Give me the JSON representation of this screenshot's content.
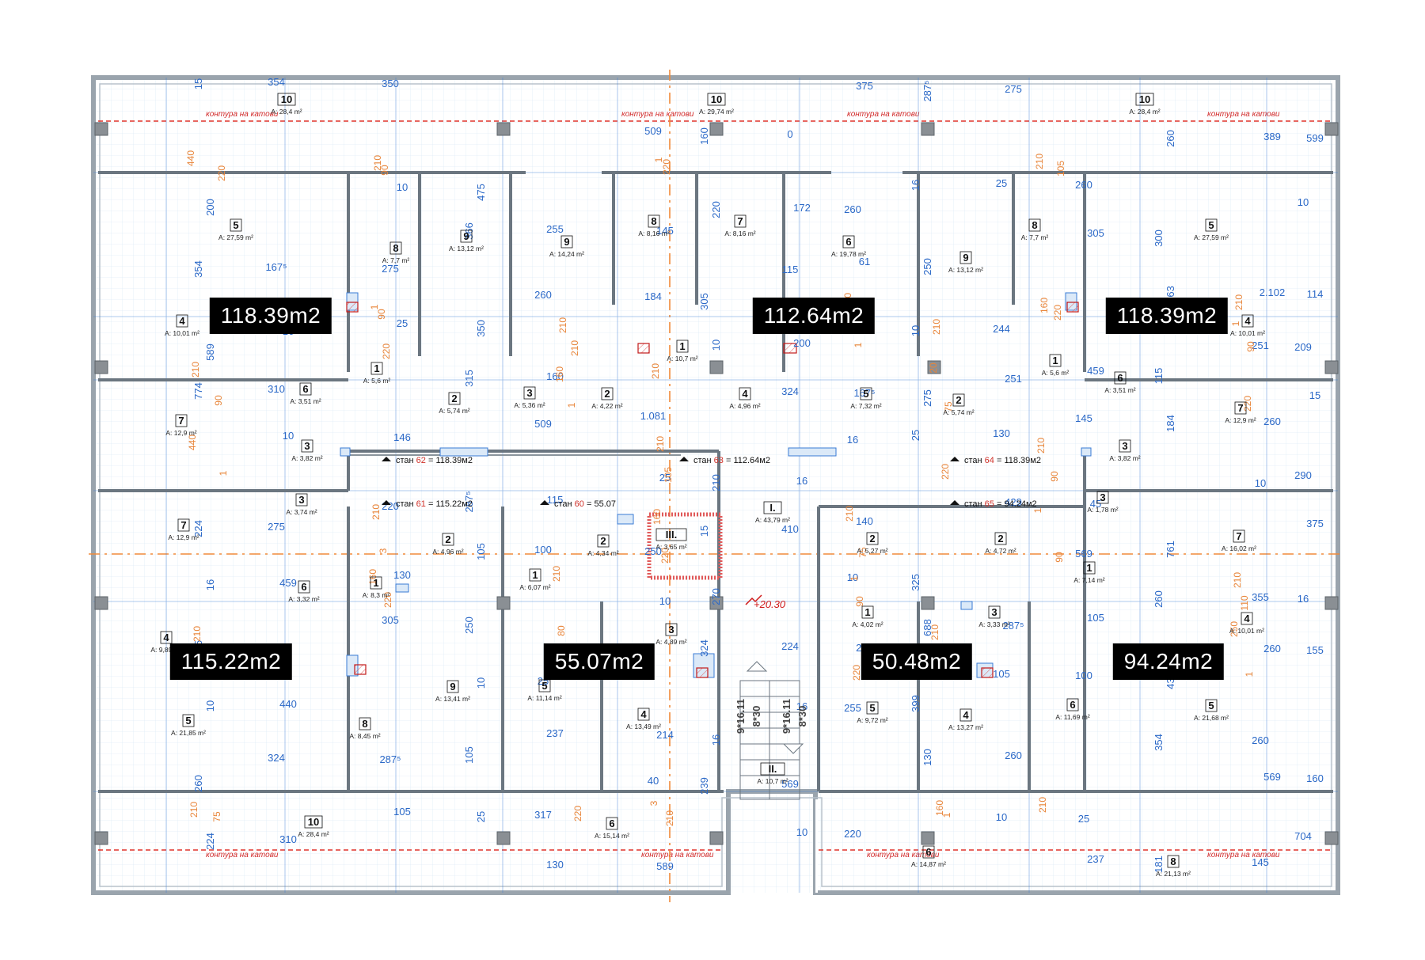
{
  "unit_areas": [
    {
      "id": "u62-area",
      "label": "118.39m2"
    },
    {
      "id": "u63-area",
      "label": "112.64m2"
    },
    {
      "id": "u64-area",
      "label": "118.39m2"
    },
    {
      "id": "u61-area",
      "label": "115.22m2"
    },
    {
      "id": "u60-area",
      "label": "55.07m2"
    },
    {
      "id": "u66-area",
      "label": "50.48m2"
    },
    {
      "id": "u65-area",
      "label": "94.24m2"
    }
  ],
  "apartment_tags": {
    "a62": {
      "prefix": "стан",
      "num": "62",
      "suffix": "= 118.39м2"
    },
    "a63": {
      "prefix": "стан",
      "num": "63",
      "suffix": "= 112.64м2"
    },
    "a64": {
      "prefix": "стан",
      "num": "64",
      "suffix": "= 118.39м2"
    },
    "a61": {
      "prefix": "стан",
      "num": "61",
      "suffix": "= 115.22м2"
    },
    "a60": {
      "prefix": "стан",
      "num": "60",
      "suffix": "= 55.07"
    },
    "a65": {
      "prefix": "стан",
      "num": "65",
      "suffix": "= 94.24м2"
    }
  },
  "contour_label": "контура на катови",
  "elevation": "+20.30",
  "stair_labels": [
    "9*16.11",
    "8*30",
    "9*16.11",
    "8*30"
  ],
  "rooms": [
    {
      "n": "10",
      "a": "A: 28,4 m²"
    },
    {
      "n": "10",
      "a": "A: 29,74 m²"
    },
    {
      "n": "10",
      "a": "A: 28,4 m²"
    },
    {
      "n": "5",
      "a": "A: 27,59 m²"
    },
    {
      "n": "8",
      "a": "A: 7,7 m²"
    },
    {
      "n": "9",
      "a": "A: 13,12 m²"
    },
    {
      "n": "9",
      "a": "A: 14,24 m²"
    },
    {
      "n": "8",
      "a": "A: 8,16 m²"
    },
    {
      "n": "7",
      "a": "A: 8,16 m²"
    },
    {
      "n": "6",
      "a": "A: 19,78 m²"
    },
    {
      "n": "9",
      "a": "A: 13,12 m²"
    },
    {
      "n": "8",
      "a": "A: 7,7 m²"
    },
    {
      "n": "5",
      "a": "A: 27,59 m²"
    },
    {
      "n": "4",
      "a": "A: 10,01 m²"
    },
    {
      "n": "1",
      "a": "A: 5,6 m²"
    },
    {
      "n": "1",
      "a": "A: 10,7 m²"
    },
    {
      "n": "1",
      "a": "A: 5,6 m²"
    },
    {
      "n": "4",
      "a": "A: 10,01 m²"
    },
    {
      "n": "6",
      "a": "A: 3,51 m²"
    },
    {
      "n": "2",
      "a": "A: 5,74 m²"
    },
    {
      "n": "3",
      "a": "A: 5,36 m²"
    },
    {
      "n": "2",
      "a": "A: 4,22 m²"
    },
    {
      "n": "4",
      "a": "A: 4,96 m²"
    },
    {
      "n": "5",
      "a": "A: 7,32 m²"
    },
    {
      "n": "2",
      "a": "A: 5,74 m²"
    },
    {
      "n": "6",
      "a": "A: 3,51 m²"
    },
    {
      "n": "7",
      "a": "A: 12,9 m²"
    },
    {
      "n": "7",
      "a": "A: 12,9 m²"
    },
    {
      "n": "3",
      "a": "A: 3,82 m²"
    },
    {
      "n": "3",
      "a": "A: 3,82 m²"
    },
    {
      "n": "3",
      "a": "A: 3,74 m²"
    },
    {
      "n": "7",
      "a": "A: 12,9 m²"
    },
    {
      "n": "I.",
      "a": "A: 43,79 m²"
    },
    {
      "n": "3",
      "a": "A: 1,78 m²"
    },
    {
      "n": "7",
      "a": "A: 16,02 m²"
    },
    {
      "n": "2",
      "a": "A: 4,96 m²"
    },
    {
      "n": "2",
      "a": "A: 4,34 m²"
    },
    {
      "n": "III.",
      "a": "A: 3,65 m²"
    },
    {
      "n": "2",
      "a": "A: 5,27 m²"
    },
    {
      "n": "2",
      "a": "A: 4,72 m²"
    },
    {
      "n": "6",
      "a": "A: 3,32 m²"
    },
    {
      "n": "1",
      "a": "A: 8,3 m²"
    },
    {
      "n": "1",
      "a": "A: 6,07 m²"
    },
    {
      "n": "1",
      "a": "A: 4,02 m²"
    },
    {
      "n": "3",
      "a": "A: 3,33 m²"
    },
    {
      "n": "1",
      "a": "A: 7,14 m²"
    },
    {
      "n": "4",
      "a": "A: 9,89 m²"
    },
    {
      "n": "3",
      "a": "A: 4,89 m²"
    },
    {
      "n": "4",
      "a": "A: 10,01 m²"
    },
    {
      "n": "9",
      "a": "A: 13,41 m²"
    },
    {
      "n": "5",
      "a": "A: 11,14 m²"
    },
    {
      "n": "5",
      "a": "A: 21,85 m²"
    },
    {
      "n": "8",
      "a": "A: 8,45 m²"
    },
    {
      "n": "4",
      "a": "A: 13,49 m²"
    },
    {
      "n": "5",
      "a": "A: 9,72 m²"
    },
    {
      "n": "4",
      "a": "A: 13,27 m²"
    },
    {
      "n": "6",
      "a": "A: 11,69 m²"
    },
    {
      "n": "5",
      "a": "A: 21,68 m²"
    },
    {
      "n": "II.",
      "a": "A: 10,7 m²"
    },
    {
      "n": "10",
      "a": "A: 28,4 m²"
    },
    {
      "n": "6",
      "a": "A: 15,14 m²"
    },
    {
      "n": "6",
      "a": "A: 14,87 m²"
    },
    {
      "n": "8",
      "a": "A: 21,13 m²"
    }
  ],
  "dims_blue": [
    "15",
    "115",
    "15",
    "15",
    "260",
    "40",
    "260",
    "260",
    "145",
    "105",
    "105",
    "105",
    "16",
    "16",
    "16",
    "16",
    "16",
    "704",
    "220",
    "251",
    "25",
    "260",
    "237",
    "237",
    "366",
    "251",
    "220",
    "688",
    "324",
    "375",
    "354",
    "324",
    "375",
    "324",
    "569",
    "509",
    "563",
    "509",
    "569",
    "10",
    "10",
    "10",
    "10",
    "10",
    "10",
    "10",
    "10",
    "10",
    "10",
    "10",
    "10",
    "354",
    "130",
    "305",
    "315",
    "429",
    "305",
    "130",
    "354",
    "61",
    "774",
    "410",
    "155",
    "239",
    "389",
    "184",
    "184",
    "100",
    "100",
    "25",
    "25",
    "25",
    "25",
    "459",
    "255",
    "224",
    "172",
    "209",
    "210",
    "355",
    "214",
    "181",
    "255",
    "459",
    "287⁵",
    "287⁵",
    "287⁵",
    "287⁵",
    "167⁵",
    "167⁵",
    "224",
    "224",
    "160",
    "160",
    "2.102",
    "1.081",
    "761",
    "25",
    "25",
    "475",
    "244",
    "146",
    "325",
    "440",
    "220",
    "200",
    "200",
    "290",
    "270",
    "260",
    "589",
    "300",
    "160",
    "45",
    "250",
    "260",
    "350",
    "250",
    "310",
    "140",
    "45",
    "569",
    "599",
    "305",
    "260",
    "250",
    "439",
    "317",
    "260",
    "350",
    "130",
    "130",
    "399",
    "310",
    "260",
    "589",
    "16",
    "16",
    "16",
    "145",
    "145",
    "115",
    "115",
    "105",
    "105",
    "275",
    "275",
    "275",
    "275",
    "260",
    "260",
    "0",
    "114"
  ],
  "dims_orange": [
    "440",
    "220",
    "160",
    "220",
    "160",
    "220",
    "160",
    "220",
    "160",
    "220",
    "250",
    "220",
    "160",
    "220",
    "160",
    "220",
    "440",
    "220",
    "1",
    "1",
    "1",
    "1",
    "1",
    "1",
    "1",
    "1",
    "1",
    "1",
    "80",
    "220",
    "20",
    "90",
    "210",
    "90",
    "210",
    "90",
    "210",
    "90",
    "210",
    "90",
    "210",
    "75",
    "210",
    "75",
    "210",
    "105",
    "210",
    "105",
    "210",
    "3",
    "3",
    "110",
    "210",
    "110",
    "210",
    "210",
    "210",
    "75",
    "210",
    "90",
    "210",
    "210",
    "210",
    "90",
    "210",
    "90",
    "210",
    "75",
    "210"
  ]
}
